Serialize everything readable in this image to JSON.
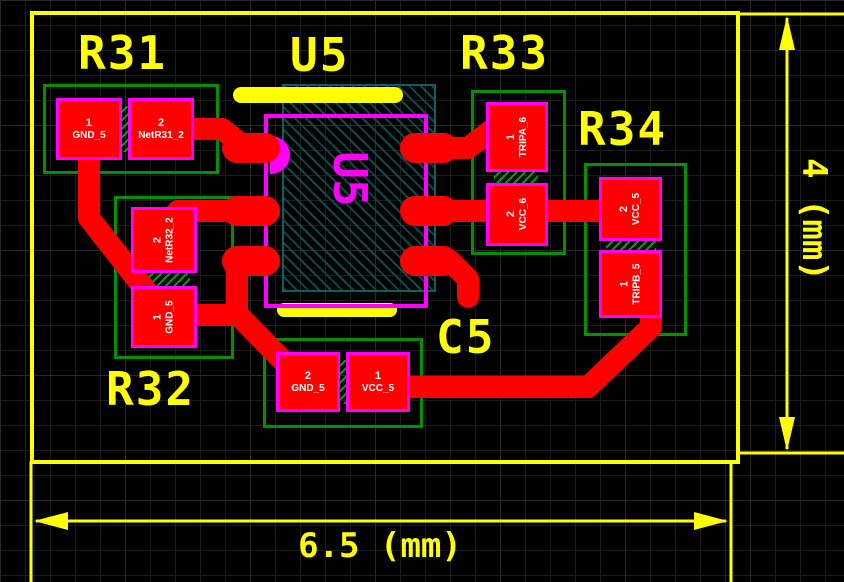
{
  "colors": {
    "background": "#000000",
    "grid": "#1c1c1c",
    "board_outline": "#ffff00",
    "courtyard_green": "#009000",
    "pad_fill": "#ff0000",
    "pad_border": "#ff00ff",
    "trace_red": "#ff0000",
    "silkscreen_magenta": "#ff00ff",
    "silkscreen_yellow": "#ffff00",
    "ic_body_teal": "#0b4a4a",
    "pad_text": "#ffffff",
    "designator_text": "#ffff00"
  },
  "dimensions": {
    "horizontal": {
      "label": "6.5 (mm)"
    },
    "vertical": {
      "label": "4 (mm)"
    }
  },
  "components": {
    "R31": {
      "designator": "R31",
      "pads": [
        {
          "number": "1",
          "net": "GND_5"
        },
        {
          "number": "2",
          "net": "NetR31_2"
        }
      ]
    },
    "R32": {
      "designator": "R32",
      "pads": [
        {
          "number": "2",
          "net": "NetR32_2"
        },
        {
          "number": "1",
          "net": "GND_5"
        }
      ]
    },
    "R33": {
      "designator": "R33",
      "pads": [
        {
          "number": "1",
          "net": "TRIPA_6"
        },
        {
          "number": "2",
          "net": "VCC_6"
        }
      ]
    },
    "R34": {
      "designator": "R34",
      "pads": [
        {
          "number": "2",
          "net": "VCC_5"
        },
        {
          "number": "1",
          "net": "TRIPB_5"
        }
      ]
    },
    "C5": {
      "designator": "C5",
      "pads": [
        {
          "number": "2",
          "net": "GND_5"
        },
        {
          "number": "1",
          "net": "VCC_5"
        }
      ]
    },
    "U5": {
      "designator": "U5",
      "body_label": "U5"
    }
  }
}
